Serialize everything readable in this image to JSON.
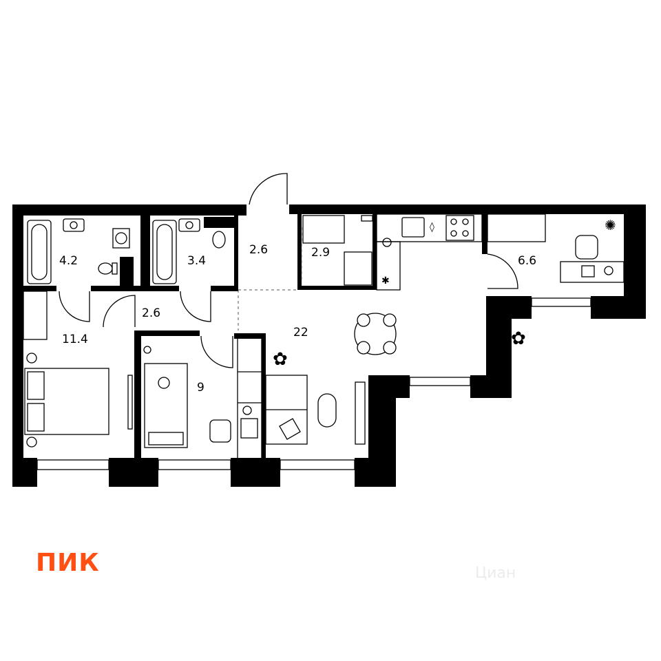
{
  "brand": {
    "logo_text": "ПИК",
    "logo_color": "#FF4F12"
  },
  "watermark": "Циан",
  "rooms": [
    {
      "id": "bathroom-1",
      "area": "4.2"
    },
    {
      "id": "bathroom-2",
      "area": "3.4"
    },
    {
      "id": "entrance-hall",
      "area": "2.6"
    },
    {
      "id": "storage",
      "area": "2.9"
    },
    {
      "id": "corridor",
      "area": "2.6"
    },
    {
      "id": "bedroom",
      "area": "11.4"
    },
    {
      "id": "living-kitchen",
      "area": "22"
    },
    {
      "id": "kids-room",
      "area": "9"
    },
    {
      "id": "balcony-office",
      "area": "6.6"
    }
  ],
  "colors": {
    "wall": "#000000",
    "line": "#000000",
    "background": "#ffffff"
  }
}
